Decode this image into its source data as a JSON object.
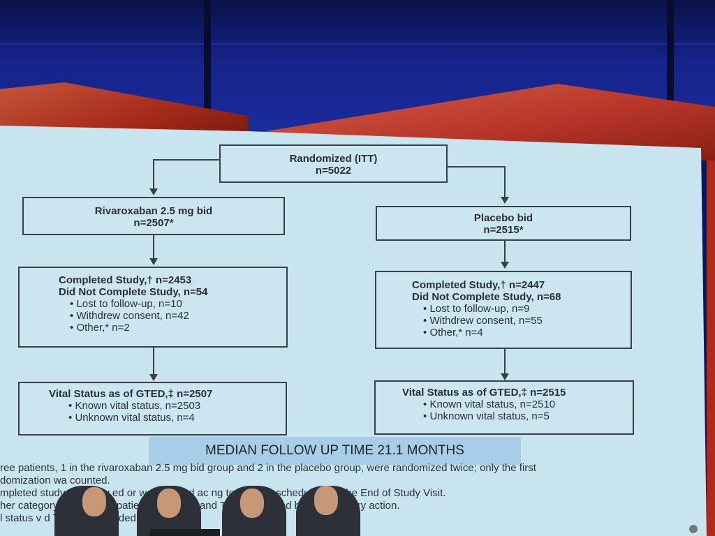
{
  "flowchart": {
    "root": {
      "title": "Randomized (ITT)",
      "n": "n=5022"
    },
    "left": {
      "arm": {
        "title": "Rivaroxaban 2.5 mg bid",
        "n": "n=2507*"
      },
      "completion": {
        "completed": "Completed Study,† n=2453",
        "not_completed": "Did Not Complete Study, n=54",
        "items": [
          "Lost to follow-up, n=10",
          "Withdrew consent, n=42",
          "Other,* n=2"
        ]
      },
      "vital": {
        "title": "Vital Status as of GTED,‡ n=2507",
        "items": [
          "Known vital status, n=2503",
          "Unknown vital status, n=4"
        ]
      }
    },
    "right": {
      "arm": {
        "title": "Placebo bid",
        "n": "n=2515*"
      },
      "completion": {
        "completed": "Completed Study,† n=2447",
        "not_completed": "Did Not Complete Study, n=68",
        "items": [
          "Lost to follow-up, n=9",
          "Withdrew consent, n=55",
          "Other,* n=4"
        ]
      },
      "vital": {
        "title": "Vital Status as of GTED,‡ n=2515",
        "items": [
          "Known vital status, n=2510",
          "Unknown vital status, n=5"
        ]
      }
    }
  },
  "banner": "MEDIAN FOLLOW UP TIME 21.1 MONTHS",
  "footnotes": [
    "ree patients, 1 in the rivaroxaban 2.5 mg bid group and 2 in the placebo group, were randomized twice; only the first",
    "domization wa counted.",
    "mpleted study atients w ed or were llowed ac ng to the visit schedule until the End of Study Visit.",
    "her category p arily inclu patients a s in Uk and Turkey affected by local military action.",
    "l status v d TED 5, h included all sources"
  ],
  "bullet_glyph": "•",
  "colors": {
    "slide_bg": "#c8e4ee",
    "banner_bg": "#a8cde8",
    "stage_red": "#b8362a",
    "stage_blue": "#16238a"
  }
}
